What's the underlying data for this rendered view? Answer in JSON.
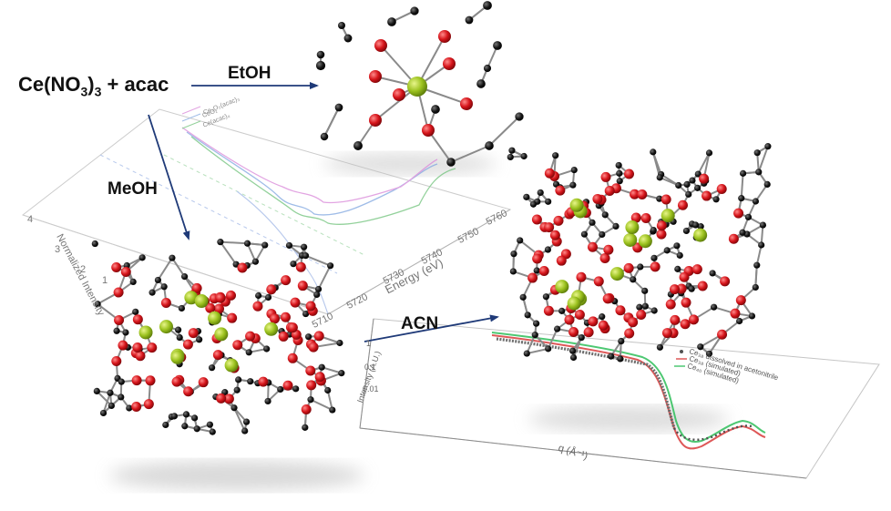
{
  "reaction": {
    "reactant_main": "Ce(NO",
    "reactant_sub1": "3",
    "reactant_mid": ")",
    "reactant_sub2": "3",
    "reactant_tail": " + acac",
    "solvent_etoh": "EtOH",
    "solvent_meoh": "MeOH",
    "solvent_acn": "ACN"
  },
  "xanes_plot": {
    "x_axis_label": "Energy (eV)",
    "y_axis_label": "Normalized Intensity",
    "x_ticks": [
      "5710",
      "5720",
      "5730",
      "5740",
      "5750",
      "5760"
    ],
    "y_ticks": [
      "1",
      "2",
      "3",
      "4"
    ],
    "legend": [
      "Ce₃O₅(acac)₃",
      "CeO₂",
      "Ce(acac)₄"
    ],
    "series_colors": [
      "#d987d9",
      "#7fa6e0",
      "#6fc27a"
    ]
  },
  "saxs_plot": {
    "x_axis_label": "q (Å⁻¹)",
    "y_axis_label": "Intensity (A.U.)",
    "y_ticks": [
      "1",
      "0.1",
      "0.01"
    ],
    "legend": [
      "Ce₃₈ dissolved in acetonitrile",
      "Ce₃₈ (simulated)",
      "Ce₄₀ (simulated)"
    ],
    "series_colors": [
      "#444444",
      "#d93c3c",
      "#2fbf5a"
    ]
  },
  "colors": {
    "cerium": "#9cc21f",
    "oxygen": "#d6151b",
    "carbon": "#141414",
    "arrow": "#1f3a78"
  }
}
